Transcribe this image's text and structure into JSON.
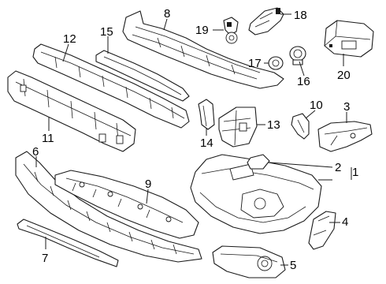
{
  "callouts": {
    "c1": "1",
    "c2": "2",
    "c3": "3",
    "c4": "4",
    "c5": "5",
    "c6": "6",
    "c7": "7",
    "c8": "8",
    "c9": "9",
    "c10": "10",
    "c11": "11",
    "c12": "12",
    "c13": "13",
    "c14": "14",
    "c15": "15",
    "c16": "16",
    "c17": "17",
    "c18": "18",
    "c19": "19",
    "c20": "20"
  },
  "colors": {
    "line": "#1a1a1a",
    "background": "#ffffff",
    "text": "#000000"
  }
}
